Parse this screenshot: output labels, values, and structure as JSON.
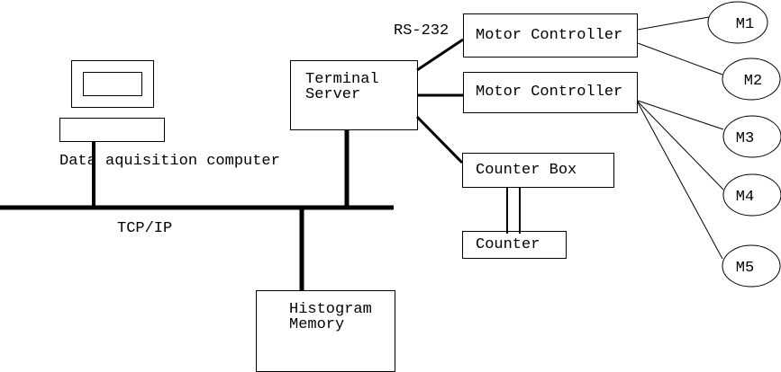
{
  "diagram": {
    "background": "#ffffff",
    "stroke_color": "#000000",
    "nodes": {
      "data_acquisition": {
        "label": "Data aquisition computer"
      },
      "terminal_server": {
        "label": "Terminal\nServer"
      },
      "motor_controller_1": {
        "label": "Motor Controller"
      },
      "motor_controller_2": {
        "label": "Motor Controller"
      },
      "counter_box": {
        "label": "Counter Box"
      },
      "counter": {
        "label": "Counter"
      },
      "histogram_memory": {
        "label": "Histogram\nMemory"
      },
      "motors": [
        {
          "label": "M1"
        },
        {
          "label": "M2"
        },
        {
          "label": "M3"
        },
        {
          "label": "M4"
        },
        {
          "label": "M5"
        }
      ]
    },
    "labels": {
      "bus": "TCP/IP",
      "serial": "RS-232"
    }
  }
}
